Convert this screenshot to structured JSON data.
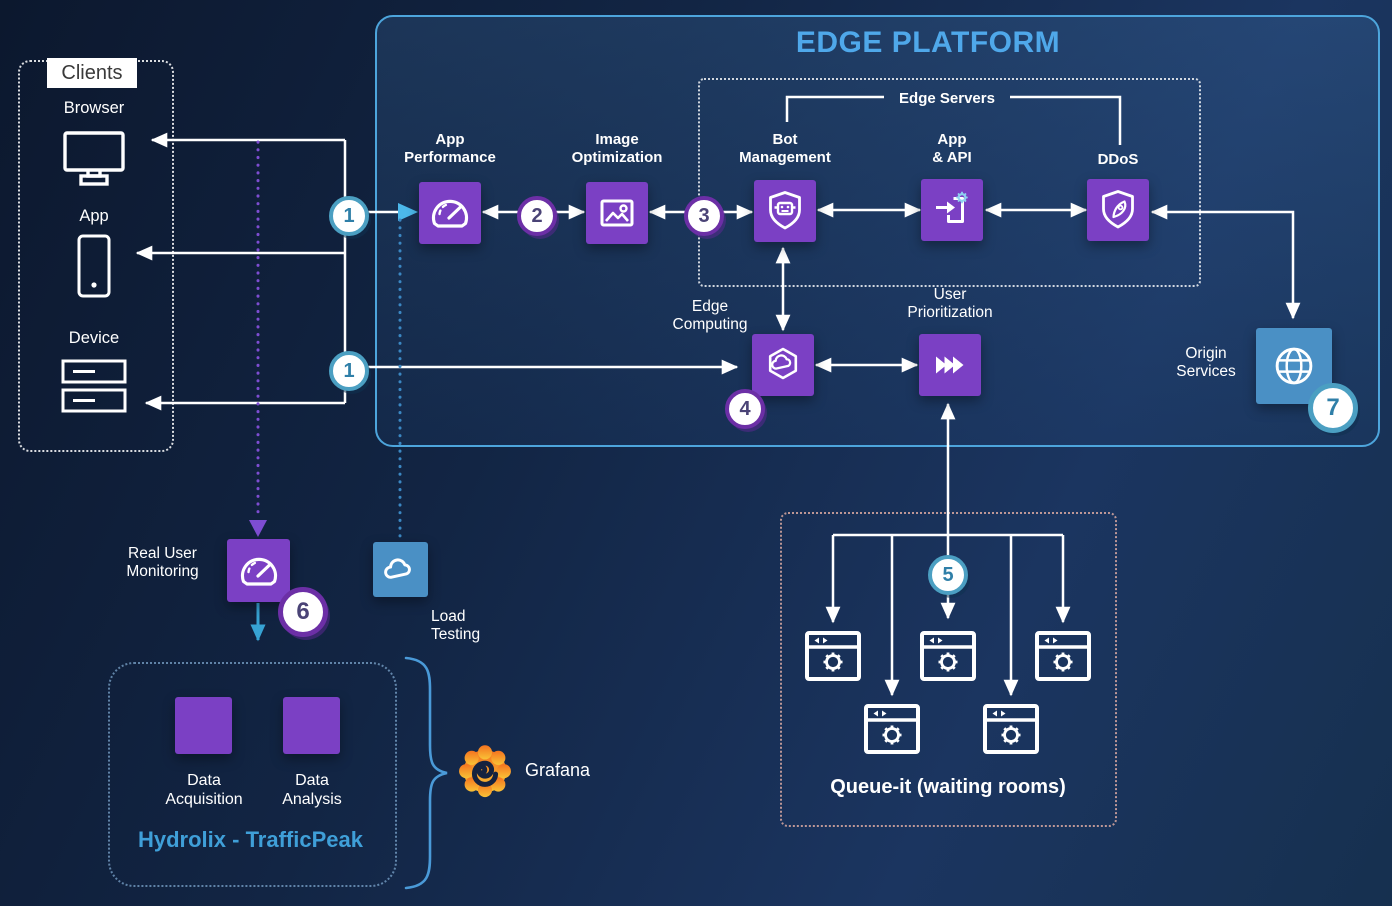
{
  "platform": {
    "title": "EDGE PLATFORM",
    "edge_servers_label": "Edge Servers"
  },
  "clients": {
    "label": "Clients",
    "items": [
      {
        "label": "Browser"
      },
      {
        "label": "App"
      },
      {
        "label": "Device"
      }
    ]
  },
  "nodes": {
    "app_performance": {
      "label": "App\nPerformance"
    },
    "image_optimization": {
      "label": "Image\nOptimization"
    },
    "bot_management": {
      "label": "Bot\nManagement"
    },
    "app_api": {
      "label": "App\n& API"
    },
    "ddos": {
      "label": "DDoS"
    },
    "edge_computing": {
      "label": "Edge\nComputing"
    },
    "user_prioritization": {
      "label": "User\nPrioritization"
    },
    "origin_services": {
      "label": "Origin\nServices"
    },
    "real_user_monitoring": {
      "label": "Real User\nMonitoring"
    },
    "load_testing": {
      "label": "Load\nTesting"
    }
  },
  "queue": {
    "label": "Queue-it (waiting rooms)",
    "window_count": 5
  },
  "hydrolix": {
    "title": "Hydrolix - TrafficPeak",
    "items": [
      {
        "label": "Data\nAcquisition"
      },
      {
        "label": "Data\nAnalysis"
      }
    ]
  },
  "grafana": {
    "label": "Grafana"
  },
  "badges": {
    "b1a": "1",
    "b1b": "1",
    "b2": "2",
    "b3": "3",
    "b4": "4",
    "b5": "5",
    "b6": "6",
    "b7": "7"
  },
  "colors": {
    "background_navy": "#12254a",
    "platform_border": "#4da5dc",
    "platform_title": "#4fa8ea",
    "node_purple": "#7b40c4",
    "node_blue": "#4a90c5",
    "badge_blue_border": "#4b9fc2",
    "badge_blue_text": "#2f7fa8",
    "badge_purple_border": "#6c2fa6",
    "badge_purple_text": "#4a4376",
    "hydrolix_title_blue": "#3f9fd8",
    "queue_dotted_border": "#e7b1a6",
    "purple_dotted_line": "#7e4dd2",
    "blue_dotted_line": "#3b87c2",
    "teal_arrow": "#37a3d4",
    "cyan_arrowhead": "#4cb8ea",
    "grafana_orange": "#f4731f",
    "grafana_yellow": "#f9c236",
    "line_white": "#ffffff"
  }
}
